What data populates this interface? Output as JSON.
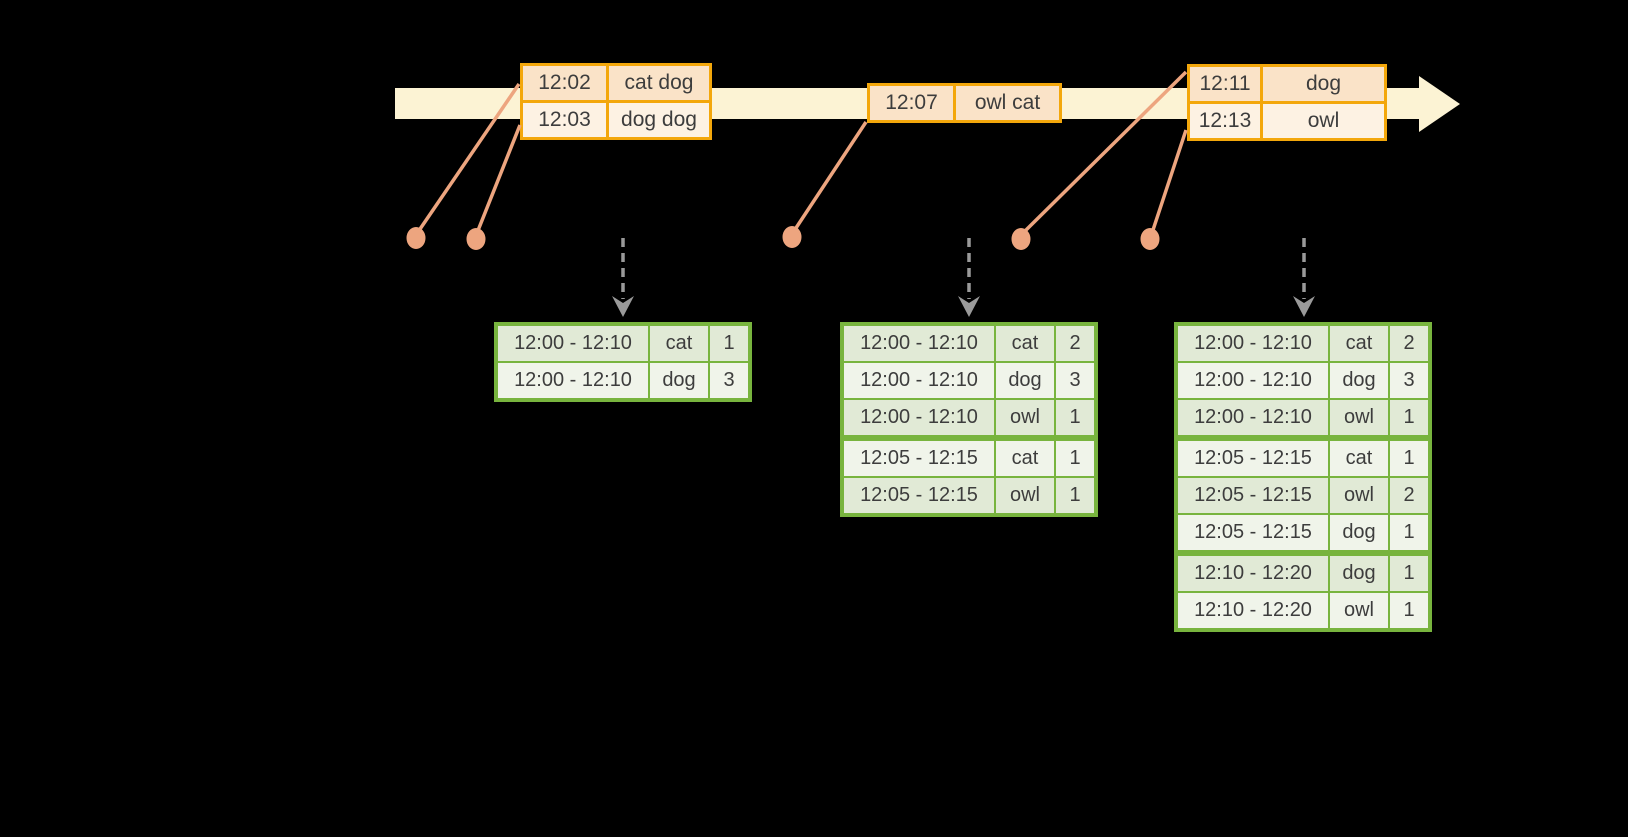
{
  "diagram": {
    "description": "Windowed grouped aggregation over event-time streaming diagram",
    "colors": {
      "background": "#000000",
      "timeline_band": "#fcf3d4",
      "event_table_border": "#f3a70b",
      "event_row_peach": "#fae3c8",
      "event_row_cream": "#fdf2e3",
      "connector": "#eda57f",
      "result_table_border": "#78b43e",
      "result_row_dark": "#e1ead6",
      "result_row_light": "#f0f4ea",
      "trigger_arrow": "#9a9a9a",
      "text": "#3d3d3d"
    },
    "event_tables": [
      {
        "rows": [
          {
            "time": "12:02",
            "words": "cat dog"
          },
          {
            "time": "12:03",
            "words": "dog dog"
          }
        ]
      },
      {
        "rows": [
          {
            "time": "12:07",
            "words": "owl cat"
          }
        ]
      },
      {
        "rows": [
          {
            "time": "12:11",
            "words": "dog"
          },
          {
            "time": "12:13",
            "words": "owl"
          }
        ]
      }
    ],
    "result_tables": [
      {
        "rows": [
          {
            "window": "12:00 - 12:10",
            "word": "cat",
            "count": "1"
          },
          {
            "window": "12:00 - 12:10",
            "word": "dog",
            "count": "3"
          }
        ]
      },
      {
        "rows": [
          {
            "window": "12:00 - 12:10",
            "word": "cat",
            "count": "2"
          },
          {
            "window": "12:00 - 12:10",
            "word": "dog",
            "count": "3"
          },
          {
            "window": "12:00 - 12:10",
            "word": "owl",
            "count": "1"
          },
          {
            "window": "12:05 - 12:15",
            "word": "cat",
            "count": "1"
          },
          {
            "window": "12:05 - 12:15",
            "word": "owl",
            "count": "1"
          }
        ]
      },
      {
        "rows": [
          {
            "window": "12:00 - 12:10",
            "word": "cat",
            "count": "2"
          },
          {
            "window": "12:00 - 12:10",
            "word": "dog",
            "count": "3"
          },
          {
            "window": "12:00 - 12:10",
            "word": "owl",
            "count": "1"
          },
          {
            "window": "12:05 - 12:15",
            "word": "cat",
            "count": "1"
          },
          {
            "window": "12:05 - 12:15",
            "word": "owl",
            "count": "2"
          },
          {
            "window": "12:05 - 12:15",
            "word": "dog",
            "count": "1"
          },
          {
            "window": "12:10 - 12:20",
            "word": "dog",
            "count": "1"
          },
          {
            "window": "12:10 - 12:20",
            "word": "owl",
            "count": "1"
          }
        ]
      }
    ]
  }
}
